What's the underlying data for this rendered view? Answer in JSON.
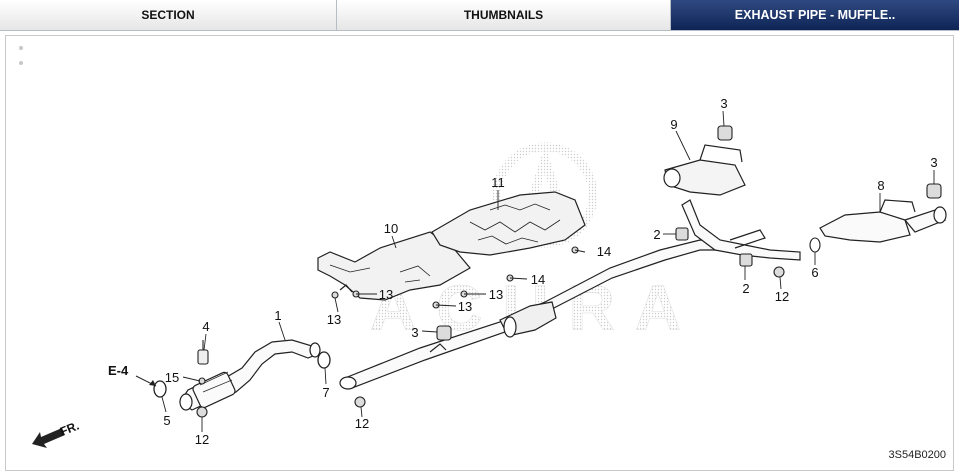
{
  "tabs": [
    {
      "label": "SECTION",
      "active": false
    },
    {
      "label": "THUMBNAILS",
      "active": false
    },
    {
      "label": "EXHAUST PIPE - MUFFLE..",
      "active": true
    }
  ],
  "diagram": {
    "ref_code": "3S54B0200",
    "link_label": "E-4",
    "direction_label": "FR.",
    "watermark_text": "ACURA",
    "callouts": {
      "c1": "1",
      "c2a": "2",
      "c2b": "2",
      "c3a": "3",
      "c3b": "3",
      "c3c": "3",
      "c4": "4",
      "c5": "5",
      "c6": "6",
      "c7": "7",
      "c8": "8",
      "c9": "9",
      "c10": "10",
      "c11": "11",
      "c12a": "12",
      "c12b": "12",
      "c12c": "12",
      "c13a": "13",
      "c13b": "13",
      "c13c": "13",
      "c13d": "13",
      "c14a": "14",
      "c14b": "14",
      "c15": "15"
    }
  },
  "colors": {
    "tab_active_bg": "#1a2f66",
    "tab_active_text": "#ffffff",
    "line": "#222222",
    "watermark": "#cfcfcf"
  }
}
